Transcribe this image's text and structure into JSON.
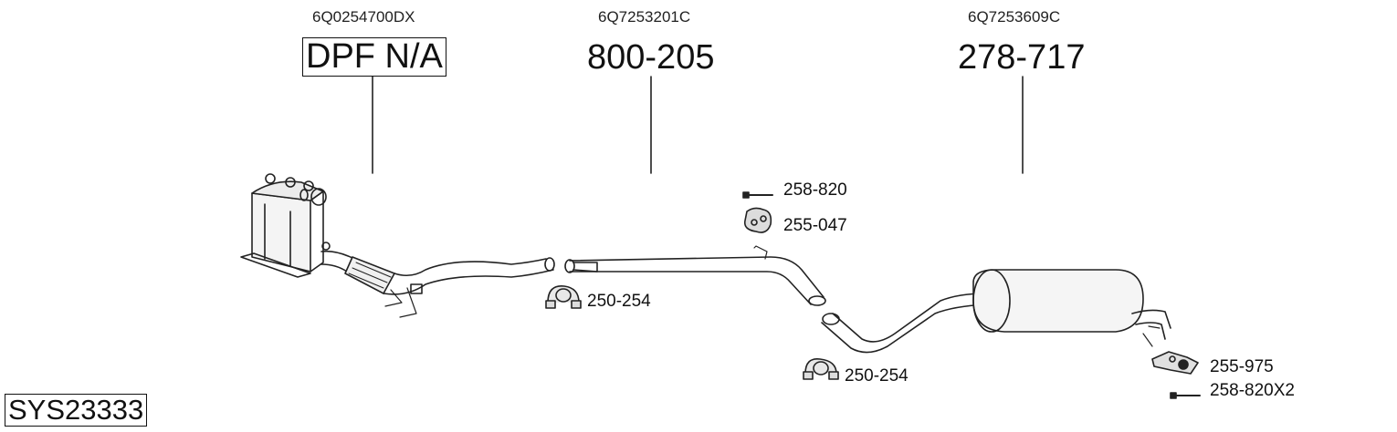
{
  "sections": [
    {
      "oe_number": "6Q0254700DX",
      "part_number": "DPF N/A"
    },
    {
      "oe_number": "6Q7253201C",
      "part_number": "800-205"
    },
    {
      "oe_number": "6Q7253609C",
      "part_number": "278-717"
    }
  ],
  "fittings": {
    "bolt_1": "258-820",
    "hanger_1": "255-047",
    "clamp_1": "250-254",
    "clamp_2": "250-254",
    "hanger_2": "255-975",
    "bolt_2": "258-820X2"
  },
  "system_id": "SYS23333"
}
